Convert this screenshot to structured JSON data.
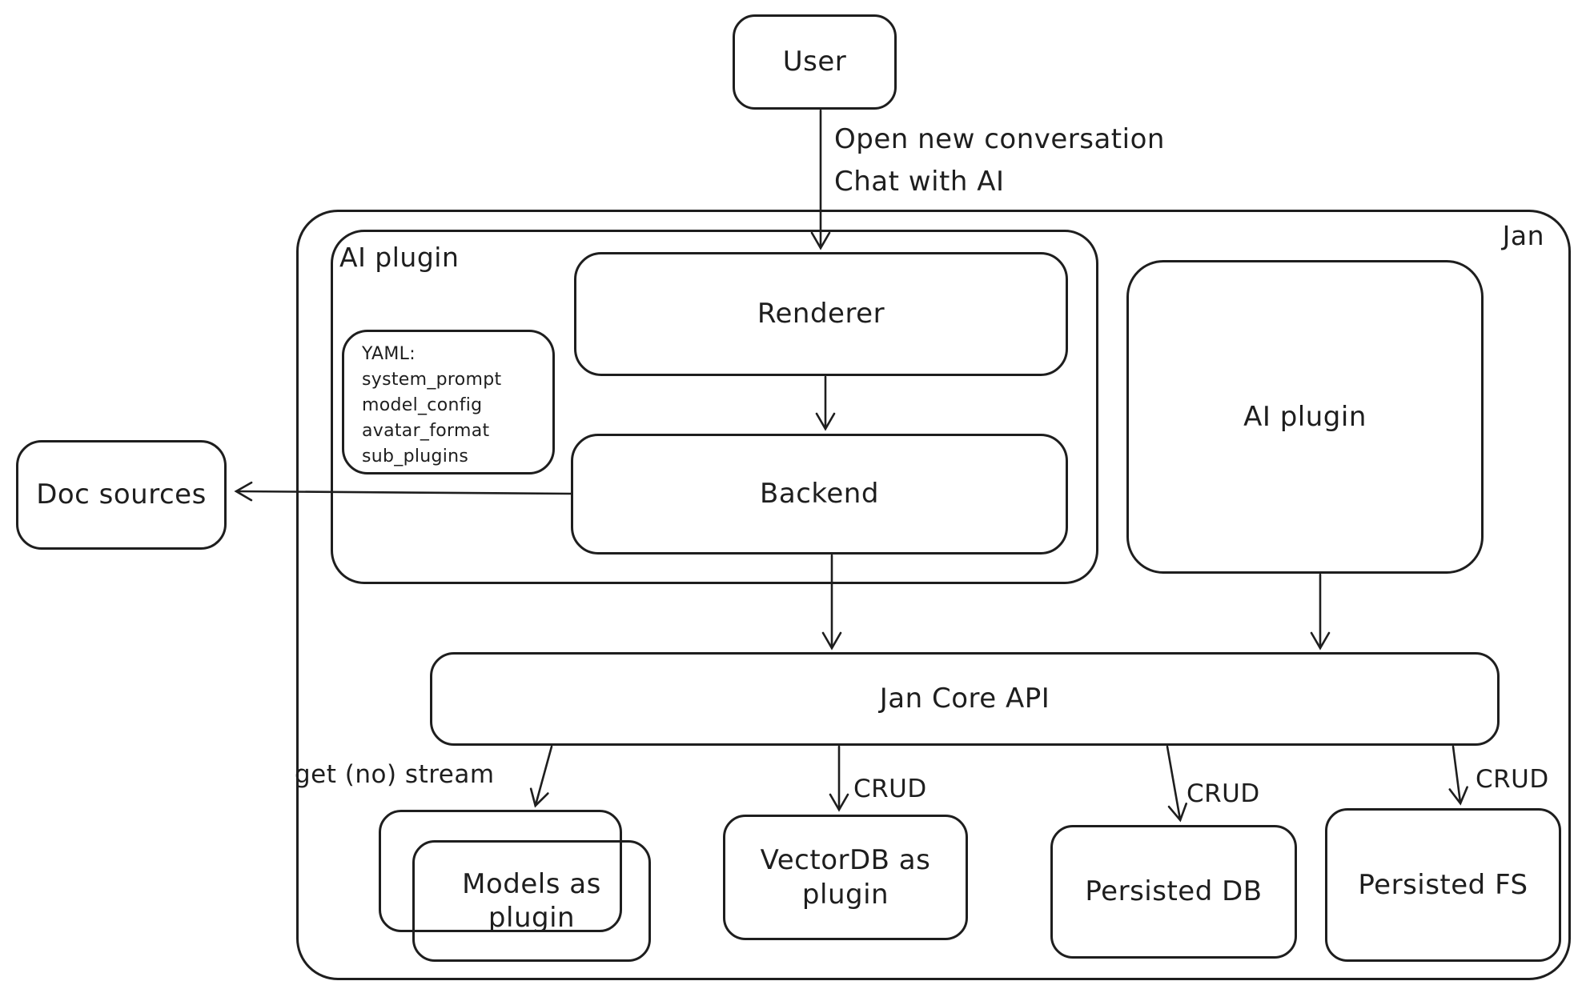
{
  "nodes": {
    "user": "User",
    "jan": "Jan",
    "ai_plugin_group": "AI plugin",
    "renderer": "Renderer",
    "backend": "Backend",
    "yaml_note": "YAML:\nsystem_prompt\nmodel_config\navatar_format\nsub_plugins",
    "ai_plugin_right": "AI plugin",
    "doc_sources": "Doc sources",
    "jan_core_api": "Jan Core API",
    "models_as_plugin": "Models as plugin",
    "vectordb_as_plugin": "VectorDB as plugin",
    "persisted_db": "Persisted DB",
    "persisted_fs": "Persisted FS"
  },
  "edge_labels": {
    "user_to_renderer": "Open new conversation\nChat with AI",
    "api_to_models": "get (no) stream",
    "api_to_vectordb": "CRUD",
    "api_to_persisted_db": "CRUD",
    "api_to_persisted_fs": "CRUD"
  },
  "colors": {
    "stroke": "#1e1e1e",
    "background": "#ffffff"
  }
}
